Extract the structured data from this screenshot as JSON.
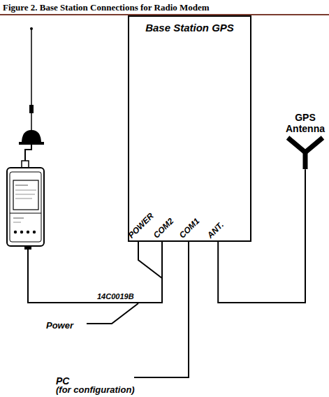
{
  "diagram": {
    "title": "Figure 2. Base Station Connections for Radio Modem",
    "nodes": [
      {
        "text": [
          "Base Station GPS"
        ]
      },
      {
        "text": [
          "GPS Antenna"
        ]
      }
    ],
    "edges": [
      {
        "from": 0,
        "to": 1,
        "arrow": "none"
      }
    ],
    "labels": [
      "POWER",
      "COM2",
      "COM1",
      "ANT.",
      "14C0019B",
      "Power",
      "PC",
      "(for configuration)"
    ]
  }
}
